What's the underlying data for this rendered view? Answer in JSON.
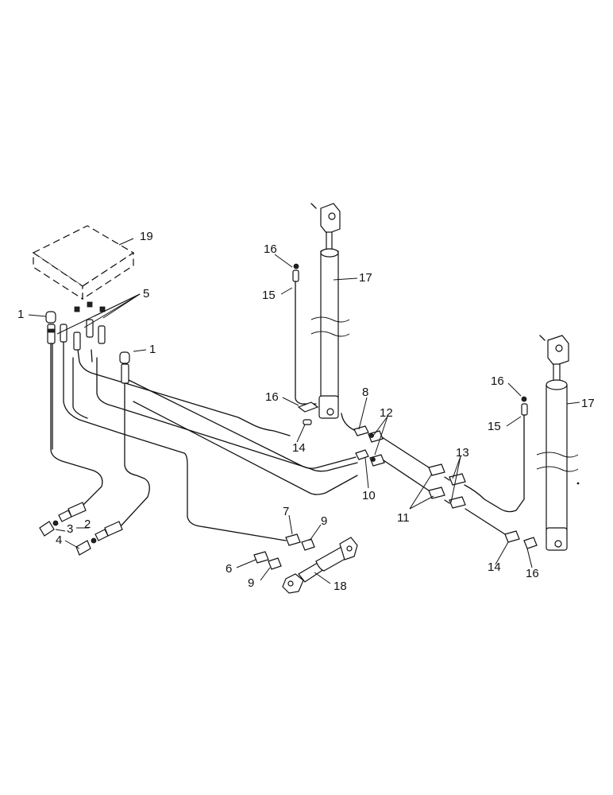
{
  "callouts": {
    "c1a": "1",
    "c1b": "1",
    "c2": "2",
    "c3": "3",
    "c4": "4",
    "c5": "5",
    "c6": "6",
    "c7": "7",
    "c8": "8",
    "c9a": "9",
    "c9b": "9",
    "c10": "10",
    "c11": "11",
    "c12": "12",
    "c13": "13",
    "c14a": "14",
    "c14b": "14",
    "c15a": "15",
    "c15b": "15",
    "c16a": "16",
    "c16b": "16",
    "c16c": "16",
    "c16d": "16",
    "c17a": "17",
    "c17b": "17",
    "c18": "18",
    "c19": "19"
  }
}
